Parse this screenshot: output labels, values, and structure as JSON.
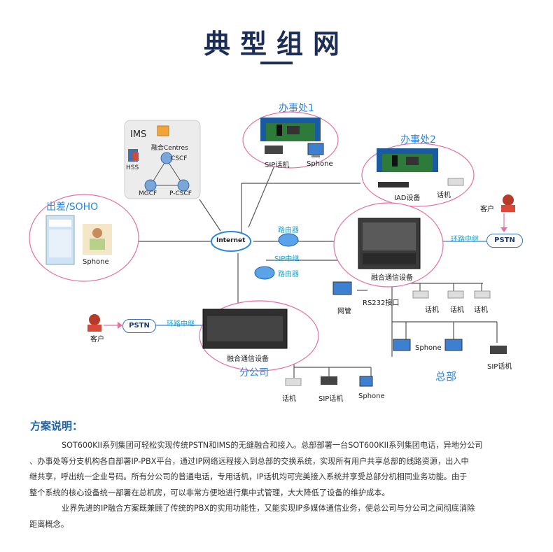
{
  "header": {
    "title": "典型组网"
  },
  "diagram": {
    "ims": {
      "label": "IMS",
      "centres": "融合Centres",
      "hss": "HSS",
      "cscf": "CSCF",
      "mgcf": "MGCF",
      "pcscf": "P-CSCF"
    },
    "office1": {
      "label": "办事处1",
      "phone": "SIP话机",
      "pc": "Sphone"
    },
    "office2": {
      "label": "办事处2",
      "iad": "IAD设备",
      "phone": "话机"
    },
    "soho": {
      "label": "出差/SOHO",
      "sphone": "Sphone"
    },
    "internet": "Internet",
    "router_top": "路由器",
    "sip_trunk": "SIP中继",
    "router_mid": "路由器",
    "hq": {
      "trunk_label": "环路中继",
      "pstn": "PSTN",
      "customer": "客户",
      "device": "融合通信设备",
      "mgmt": "网管",
      "rs232": "RS232接口",
      "phones": [
        "话机",
        "话机",
        "话机"
      ],
      "sphone": "Sphone",
      "sip_phone": "SIP话机",
      "label": "总部"
    },
    "branch": {
      "customer": "客户",
      "pstn": "PSTN",
      "trunk_label": "环路中继",
      "device": "融合通信设备",
      "label": "分公司",
      "phone": "话机",
      "sip_phone": "SIP话机",
      "sphone": "Sphone"
    }
  },
  "description": {
    "title": "方案说明：",
    "paragraph1_lines": [
      "SOT600KII系列集团可轻松实现传统PSTN和IMS的无缝融合和接入。总部部署一台SOT600KII系列集团电话，异地分公司",
      "、办事处等分支机构各自部署IP-PBX平台，通过IP网络远程接入到总部的交换系统，实现所有用户共享总部的线路资源，出入中",
      "继共享，呼出统一企业号码。所有分公司的普通电话，专用话机，IP话机均可完美接入系统并享受总部分机相同业务功能。由于",
      "整个系统的核心设备统一部署在总机房，可以非常方便地进行集中式管理，大大降低了设备的维护成本。"
    ],
    "paragraph2_lines": [
      "业界先进的IP融合方案既兼顾了传统的PBX的实用功能性，又能实现IP多媒体通信业务，使总公司与分公司之间彻底消除",
      "距离概念。"
    ]
  },
  "colors": {
    "accent": "#2c86d8",
    "title": "#1d2e56",
    "ellipse": "#e46fa6",
    "line": "#555555"
  }
}
